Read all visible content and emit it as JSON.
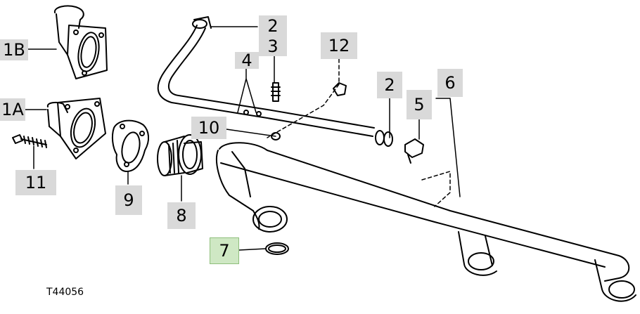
{
  "figure_id": "T44056",
  "callouts": [
    {
      "key": "c2a",
      "label": "2"
    },
    {
      "key": "c3",
      "label": "3"
    },
    {
      "key": "c12",
      "label": "12"
    },
    {
      "key": "c4",
      "label": "4"
    },
    {
      "key": "c1b",
      "label": "1B"
    },
    {
      "key": "c1a",
      "label": "1A"
    },
    {
      "key": "c2b",
      "label": "2"
    },
    {
      "key": "c5",
      "label": "5"
    },
    {
      "key": "c6",
      "label": "6"
    },
    {
      "key": "c10",
      "label": "10"
    },
    {
      "key": "c11",
      "label": "11"
    },
    {
      "key": "c9",
      "label": "9"
    },
    {
      "key": "c8",
      "label": "8"
    },
    {
      "key": "c7",
      "label": "7",
      "highlighted": true
    }
  ],
  "colors": {
    "callout_bg": "#d9d9d9",
    "highlight_bg": "#cfe8c4",
    "line": "#000000"
  }
}
